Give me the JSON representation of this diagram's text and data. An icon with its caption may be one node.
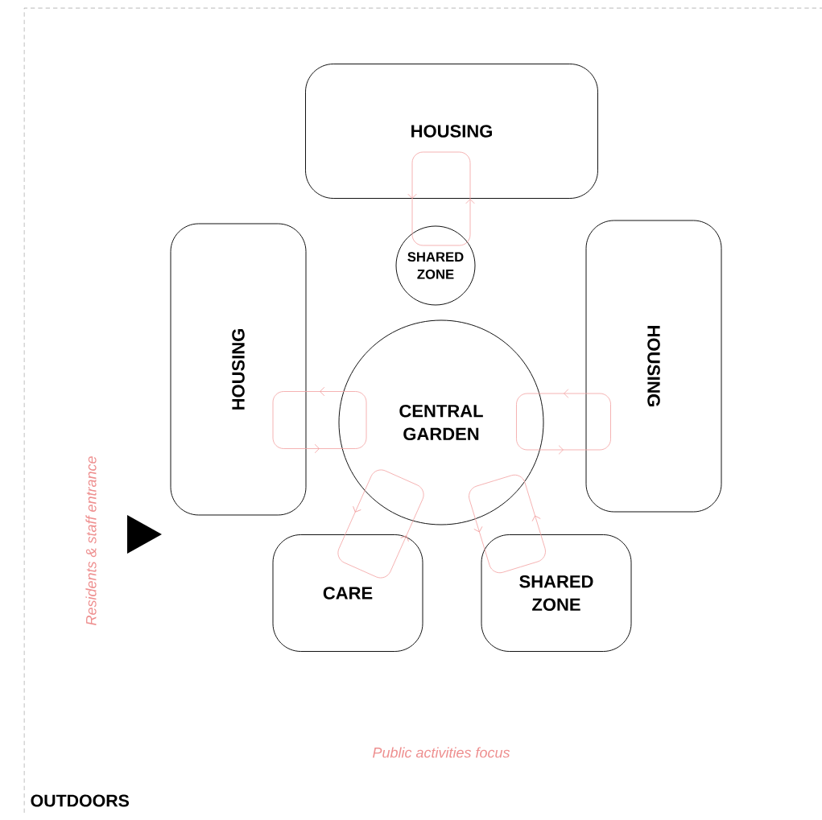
{
  "diagram": {
    "nodes": [
      {
        "text": [
          "OUTDOORS"
        ]
      },
      {
        "text": [
          "HOUSING"
        ],
        "in": 0
      },
      {
        "text": [
          "HOUSING"
        ],
        "in": 0
      },
      {
        "text": [
          "SHARED ZONE"
        ],
        "in": 0
      },
      {
        "text": [
          "CENTRAL GARDEN"
        ],
        "in": 0
      },
      {
        "text": [
          "HOUSING"
        ],
        "in": 0
      },
      {
        "text": [
          "CARE"
        ],
        "in": 0
      },
      {
        "text": [
          "SHARED ZONE"
        ],
        "in": 0
      }
    ],
    "edges": [
      {
        "from": 1,
        "to": 3,
        "arrow": "to"
      },
      {
        "from": 3,
        "to": 1,
        "arrow": "to"
      },
      {
        "from": 4,
        "to": 2,
        "arrow": "to"
      },
      {
        "from": 2,
        "to": 4,
        "arrow": "to"
      },
      {
        "from": 5,
        "to": 4,
        "arrow": "to"
      },
      {
        "from": 4,
        "to": 5,
        "arrow": "to"
      },
      {
        "from": 4,
        "to": 6,
        "arrow": "to"
      },
      {
        "from": 6,
        "to": 4,
        "arrow": "to"
      },
      {
        "from": 4,
        "to": 7,
        "arrow": "to"
      },
      {
        "from": 7,
        "to": 4,
        "arrow": "to"
      }
    ],
    "labels": [
      "Residents & staff entrance",
      "Public activities focus"
    ]
  }
}
